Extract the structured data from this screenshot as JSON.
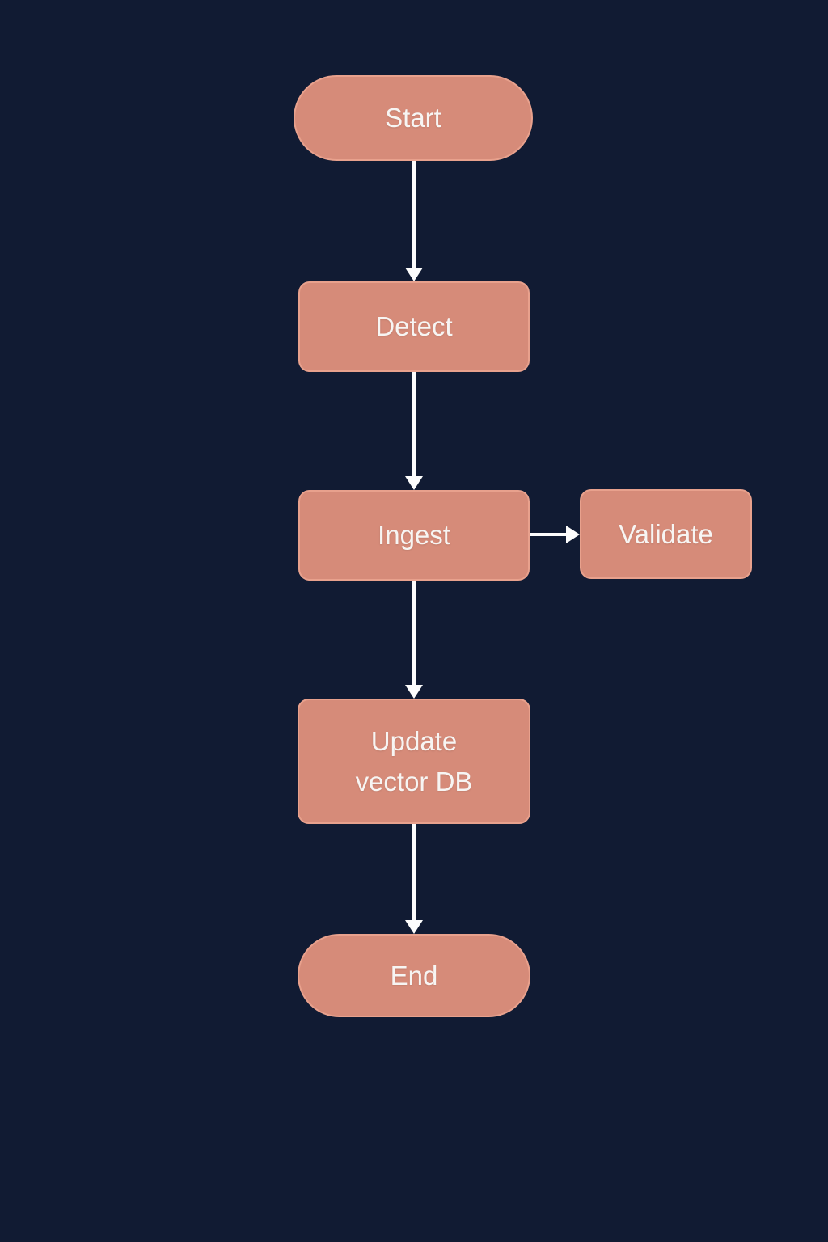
{
  "diagram": {
    "type": "flowchart",
    "direction": "top-down",
    "colors": {
      "background": "#111b33",
      "node_fill": "#d68b79",
      "node_border": "#e8a18d",
      "node_text": "#f7f5f3",
      "arrow": "#fdfdfd"
    },
    "nodes": [
      {
        "id": "start",
        "label": "Start",
        "shape": "stadium"
      },
      {
        "id": "detect",
        "label": "Detect",
        "shape": "rect"
      },
      {
        "id": "ingest",
        "label": "Ingest",
        "shape": "rect"
      },
      {
        "id": "validate",
        "label": "Validate",
        "shape": "rect"
      },
      {
        "id": "update",
        "label": "Update vector DB",
        "shape": "rect"
      },
      {
        "id": "end",
        "label": "End",
        "shape": "stadium"
      }
    ],
    "edges": [
      {
        "from": "start",
        "to": "detect",
        "direction": "down"
      },
      {
        "from": "detect",
        "to": "ingest",
        "direction": "down"
      },
      {
        "from": "ingest",
        "to": "validate",
        "direction": "right"
      },
      {
        "from": "ingest",
        "to": "update",
        "direction": "down"
      },
      {
        "from": "update",
        "to": "end",
        "direction": "down"
      }
    ]
  }
}
